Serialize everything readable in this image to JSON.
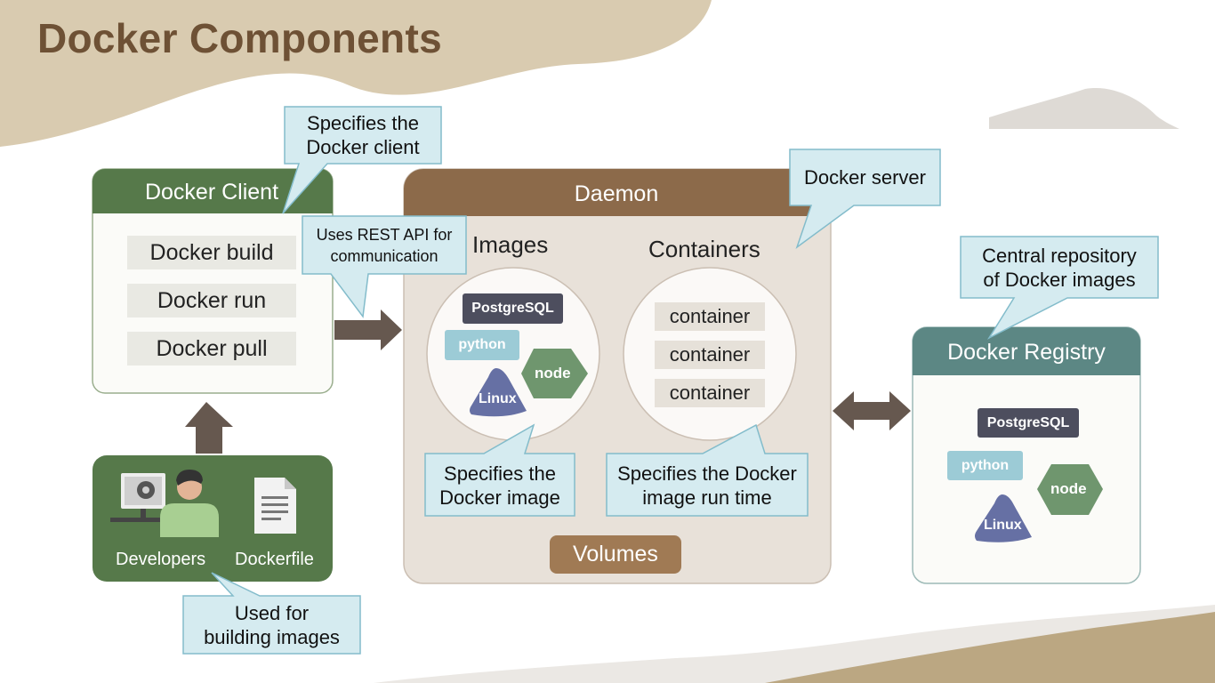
{
  "title": "Docker Components",
  "client": {
    "header": "Docker Client",
    "commands": [
      "Docker build",
      "Docker run",
      "Docker pull"
    ]
  },
  "daemon": {
    "header": "Daemon",
    "images_label": "Images",
    "containers_label": "Containers",
    "containers": [
      "container",
      "container",
      "container"
    ],
    "volumes_label": "Volumes"
  },
  "registry": {
    "header": "Docker Registry"
  },
  "image_tags": {
    "postgres": "PostgreSQL",
    "python": "python",
    "node": "node",
    "linux": "Linux"
  },
  "sources": {
    "developers": "Developers",
    "dockerfile": "Dockerfile"
  },
  "callouts": {
    "client": [
      "Specifies the",
      "Docker client"
    ],
    "rest": [
      "Uses REST API for",
      "communication"
    ],
    "server": [
      "Docker server"
    ],
    "image": [
      "Specifies the",
      "Docker image"
    ],
    "runtime": [
      "Specifies the Docker",
      "image run time"
    ],
    "registry": [
      "Central repository",
      "of Docker images"
    ],
    "building": [
      "Used for",
      "building images"
    ]
  },
  "colors": {
    "client_green": "#56794a",
    "daemon_brown": "#8c6a4a",
    "daemon_fill": "#e8e1d9",
    "registry_teal": "#5c8784",
    "callout_fill": "#d5ebf0",
    "callout_border": "#83bccb",
    "arrow": "#66584f",
    "postgres_tag": "#4d4e5e",
    "python_tag": "#9ccbd6",
    "node_hex": "#6f966e",
    "linux_shape": "#6670a4",
    "title": "#6e5135"
  }
}
